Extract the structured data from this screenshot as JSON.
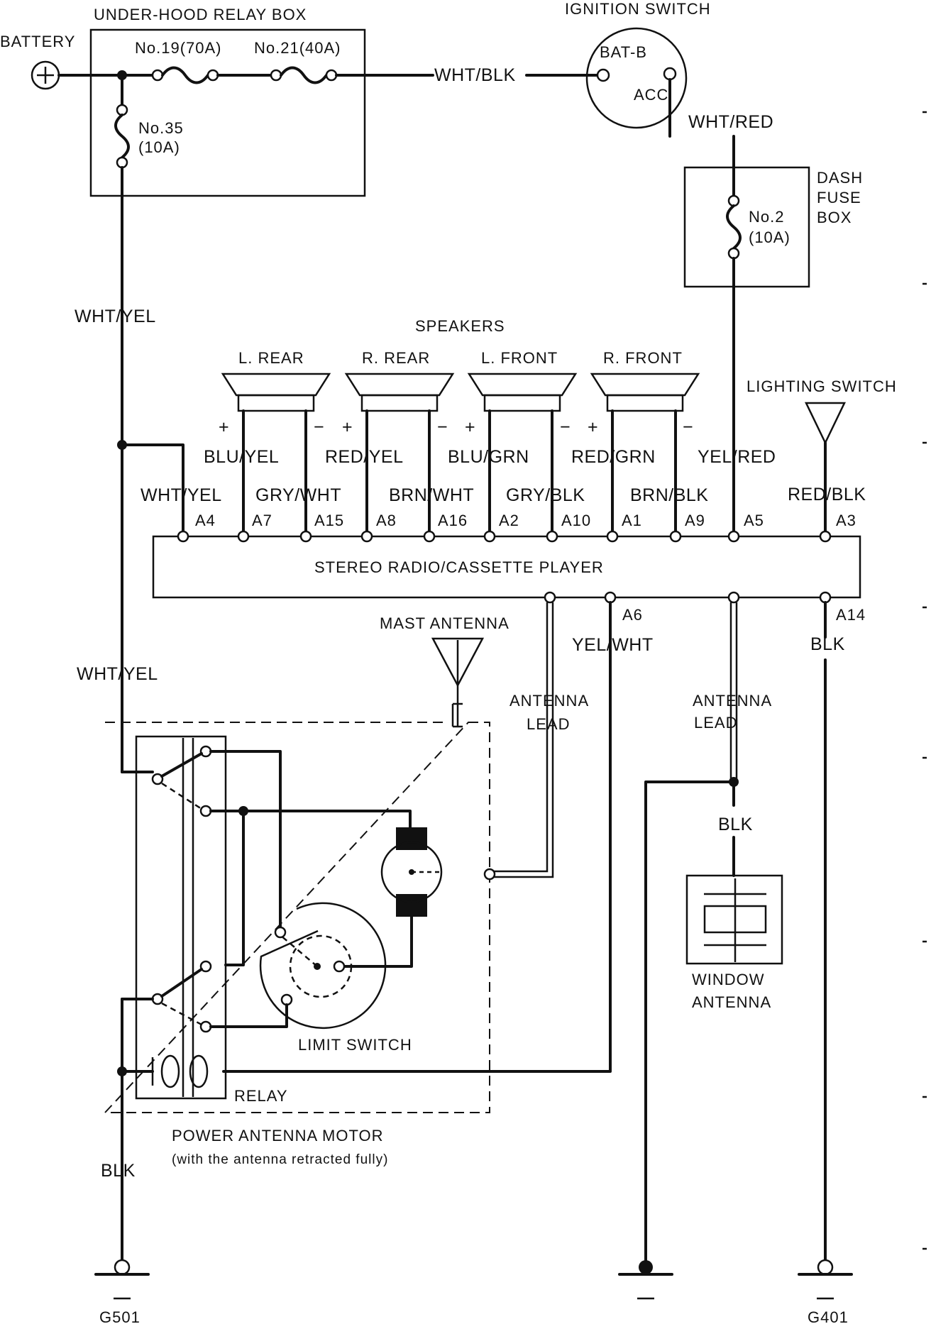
{
  "relay_box": {
    "title": "UNDER-HOOD RELAY BOX",
    "fuse19": "No.19(70A)",
    "fuse21": "No.21(40A)",
    "fuse35_a": "No.35",
    "fuse35_b": "(10A)"
  },
  "battery": {
    "label": "BATTERY"
  },
  "ignition": {
    "title": "IGNITION SWITCH",
    "bat": "BAT-B",
    "acc": "ACC"
  },
  "dash_fuse": {
    "l1": "DASH",
    "l2": "FUSE",
    "l3": "BOX",
    "fuse_a": "No.2",
    "fuse_b": "(10A)"
  },
  "wires": {
    "wht_blk": "WHT/BLK",
    "wht_red": "WHT/RED",
    "wht_yel": "WHT/YEL",
    "yel_red": "YEL/RED",
    "red_blk": "RED/BLK",
    "blu_yel": "BLU/YEL",
    "red_yel": "RED/YEL",
    "blu_grn": "BLU/GRN",
    "red_grn": "RED/GRN",
    "gry_wht": "GRY/WHT",
    "brn_wht": "BRN/WHT",
    "gry_blk": "GRY/BLK",
    "brn_blk": "BRN/BLK",
    "yel_wht": "YEL/WHT",
    "blk": "BLK"
  },
  "speakers": {
    "title": "SPEAKERS",
    "l_rear": "L. REAR",
    "r_rear": "R. REAR",
    "l_front": "L. FRONT",
    "r_front": "R. FRONT",
    "plus": "+",
    "minus": "−"
  },
  "lighting_switch": "LIGHTING SWITCH",
  "radio": {
    "title": "STEREO RADIO/CASSETTE PLAYER"
  },
  "pins": {
    "a4": "A4",
    "a7": "A7",
    "a15": "A15",
    "a8": "A8",
    "a16": "A16",
    "a2": "A2",
    "a10": "A10",
    "a1": "A1",
    "a9": "A9",
    "a5": "A5",
    "a3": "A3",
    "a6": "A6",
    "a14": "A14"
  },
  "antenna": {
    "mast": "MAST ANTENNA",
    "lead_a": "ANTENNA",
    "lead_b": "LEAD",
    "limit_switch": "LIMIT SWITCH",
    "relay": "RELAY",
    "motor_title": "POWER ANTENNA MOTOR",
    "motor_note": "(with the antenna retracted fully)",
    "window_a": "WINDOW",
    "window_b": "ANTENNA"
  },
  "grounds": {
    "g501": "G501",
    "g401": "G401"
  }
}
